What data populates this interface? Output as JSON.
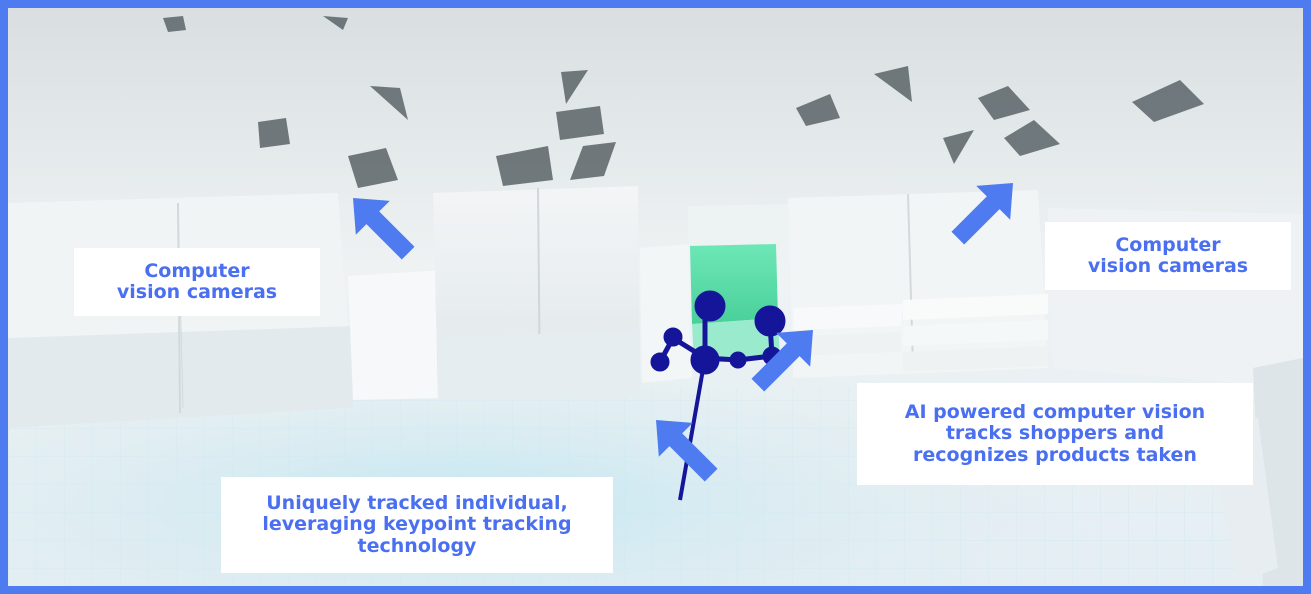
{
  "frame": {
    "border_color": "#4f7bf0"
  },
  "colors": {
    "callout_text": "#4a6ff0",
    "arrow": "#4f7bf0",
    "skeleton": "#15159a",
    "highlight_shelf": "#45e0a0",
    "camera": "#5b6468"
  },
  "callouts": {
    "cameras_left": {
      "line1": "Computer",
      "line2": "vision cameras"
    },
    "cameras_right": {
      "line1": "Computer",
      "line2": "vision cameras"
    },
    "ai_vision": {
      "line1": "AI powered computer vision",
      "line2": "tracks shoppers and",
      "line3": "recognizes products taken"
    },
    "tracked_individual": {
      "line1": "Uniquely tracked individual,",
      "line2": "leveraging keypoint tracking",
      "line3": "technology"
    }
  },
  "icons": {
    "camera": "camera-icon",
    "arrow": "arrow-pointer-icon",
    "skeleton": "person-keypoint-icon"
  }
}
